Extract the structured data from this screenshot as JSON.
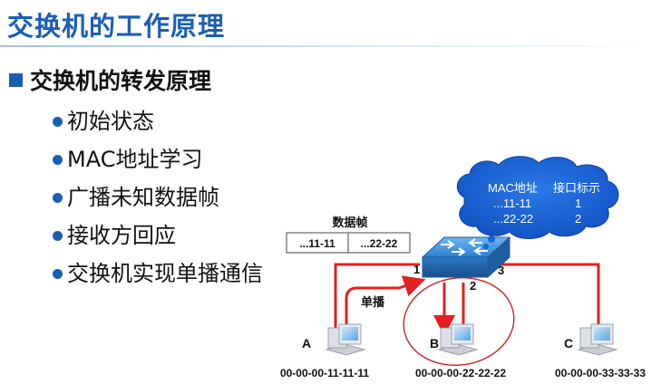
{
  "title": "交换机的工作原理",
  "section": "交换机的转发原理",
  "bullets": [
    "初始状态",
    "MAC地址学习",
    "广播未知数据帧",
    "接收方回应",
    "交换机实现单播通信"
  ],
  "diagram": {
    "frame_label": "数据帧",
    "frame_src": "...11-11",
    "frame_dst": "...22-22",
    "unicast_label": "单播",
    "ports": [
      "1",
      "2",
      "3"
    ],
    "mac_table": {
      "header_mac": "MAC地址",
      "header_port": "接口标示",
      "rows": [
        {
          "mac": "...11-11",
          "port": "1"
        },
        {
          "mac": "...22-22",
          "port": "2"
        }
      ]
    },
    "hosts": [
      {
        "name": "A",
        "mac": "00-00-00-11-11-11"
      },
      {
        "name": "B",
        "mac": "00-00-00-22-22-22"
      },
      {
        "name": "C",
        "mac": "00-00-00-33-33-33"
      }
    ]
  },
  "colors": {
    "title": "#1a5fb4",
    "link_line": "#e41f1f",
    "cloud": "#1b64d6",
    "switch": "#2f86d6",
    "highlight_circle": "#d42020"
  },
  "icons": [
    "bullet-square-icon",
    "bullet-dot-icon",
    "switch-icon",
    "computer-icon",
    "cloud-icon"
  ]
}
